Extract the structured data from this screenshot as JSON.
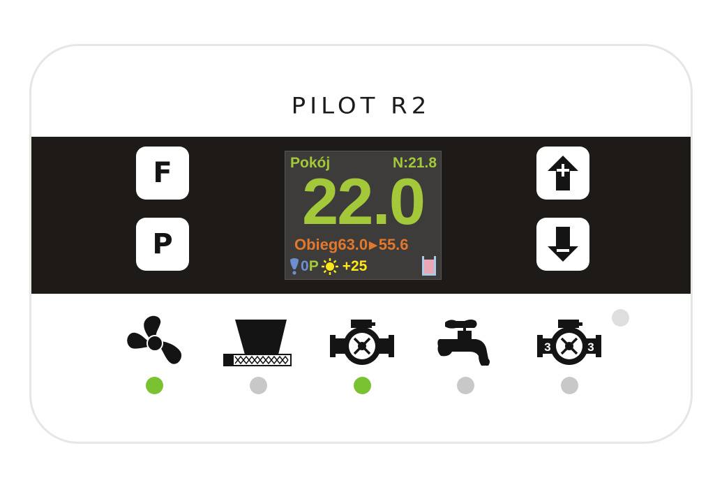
{
  "device": {
    "title": "PILOT R2"
  },
  "keys": {
    "f": {
      "label": "F"
    },
    "p": {
      "label": "P"
    },
    "up": {
      "icon": "arrow-up-plus-icon"
    },
    "down": {
      "icon": "arrow-down-minus-icon"
    }
  },
  "display": {
    "room_label": "Pokój",
    "setpoint": "N:21.8",
    "room_temp": "22.0",
    "circuit_label": "Obieg63.0",
    "circuit_arrow": "▶",
    "circuit_target": "55.6",
    "status": {
      "drop_icon": "drop-icon",
      "zero": "0",
      "mode": "P",
      "sun_icon": "sun-icon",
      "outdoor": "+25",
      "tank_icon": "tank-icon"
    },
    "colors": {
      "green": "#a3c83a",
      "orange": "#e2782c",
      "blue": "#6d8fd1",
      "yellow": "#ffe81a",
      "background": "#3d3c3a"
    }
  },
  "indicators": [
    {
      "name": "fan",
      "icon": "fan-icon",
      "state": "on",
      "color": "#7bc233"
    },
    {
      "name": "feeder",
      "icon": "feeder-hopper-icon",
      "state": "off",
      "color": "#c8c8c8"
    },
    {
      "name": "pump",
      "icon": "pump-icon",
      "state": "on",
      "color": "#7bc233"
    },
    {
      "name": "hot-water",
      "icon": "faucet-icon",
      "state": "off",
      "color": "#c8c8c8"
    },
    {
      "name": "three-way-valve",
      "icon": "valve-3-icon",
      "state": "off",
      "color": "#c8c8c8",
      "valve_label": "3"
    },
    {
      "name": "auxiliary",
      "icon": "led",
      "state": "off",
      "color": "#dedede"
    }
  ]
}
